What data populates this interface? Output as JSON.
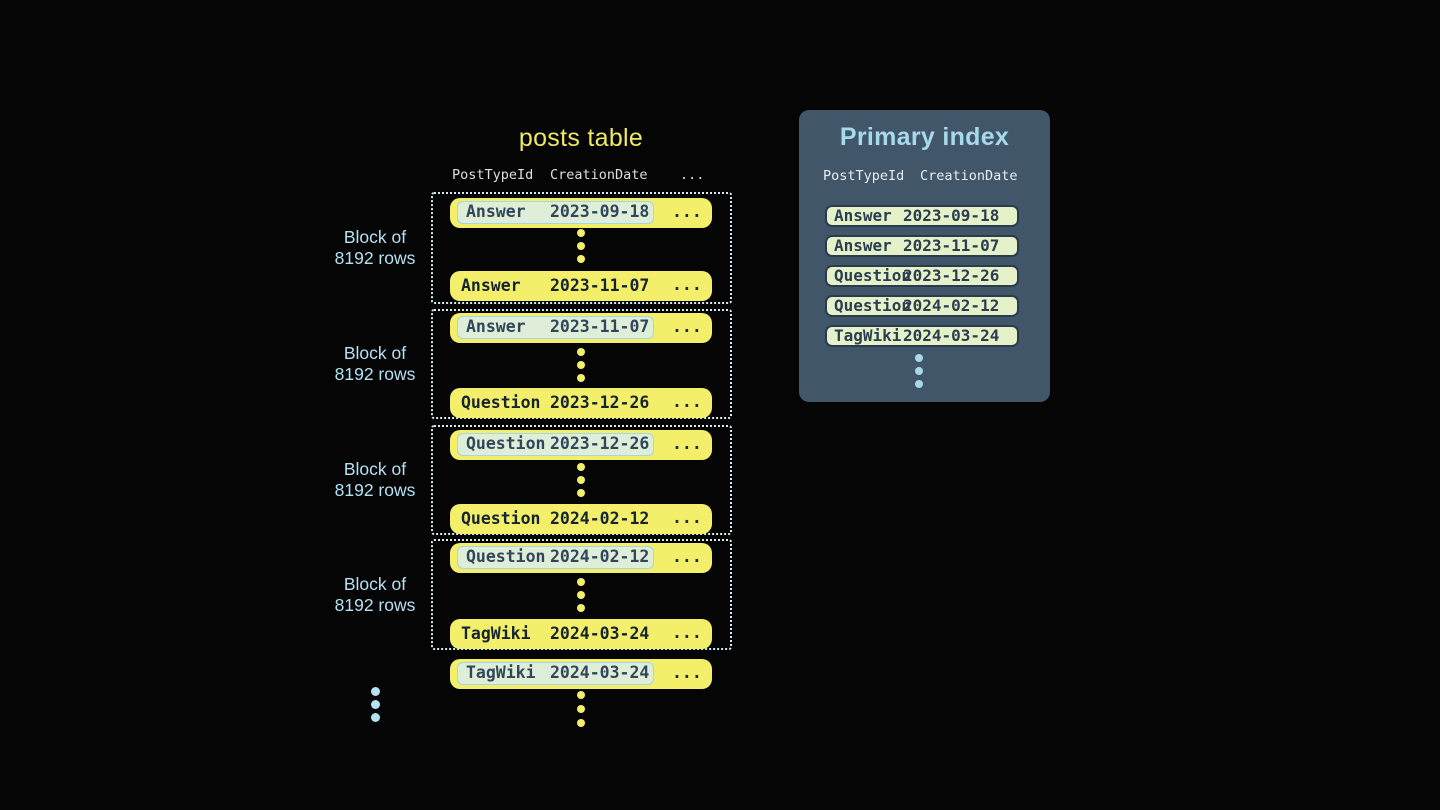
{
  "posts_table": {
    "title": "posts table",
    "headers": {
      "col1": "PostTypeId",
      "col2": "CreationDate",
      "col3": "..."
    },
    "ellipsis": "...",
    "blocks": [
      {
        "label1": "Block of",
        "label2": "8192 rows",
        "first_type": "Answer",
        "first_date": "2023-09-18",
        "last_type": "Answer",
        "last_date": "2023-11-07"
      },
      {
        "label1": "Block of",
        "label2": "8192 rows",
        "first_type": "Answer",
        "first_date": "2023-11-07",
        "last_type": "Question",
        "last_date": "2023-12-26"
      },
      {
        "label1": "Block of",
        "label2": "8192 rows",
        "first_type": "Question",
        "first_date": "2023-12-26",
        "last_type": "Question",
        "last_date": "2024-02-12"
      },
      {
        "label1": "Block of",
        "label2": "8192 rows",
        "first_type": "Question",
        "first_date": "2024-02-12",
        "last_type": "TagWiki",
        "last_date": "2024-03-24"
      }
    ],
    "overflow_row": {
      "type": "TagWiki",
      "date": "2024-03-24"
    }
  },
  "primary_index": {
    "title": "Primary index",
    "headers": {
      "col1": "PostTypeId",
      "col2": "CreationDate"
    },
    "rows": [
      {
        "type": "Answer",
        "date": "2023-09-18"
      },
      {
        "type": "Answer",
        "date": "2023-11-07"
      },
      {
        "type": "Question",
        "date": "2023-12-26"
      },
      {
        "type": "Question",
        "date": "2024-02-12"
      },
      {
        "type": "TagWiki",
        "date": "2024-03-24"
      }
    ]
  },
  "colors": {
    "background": "#050506",
    "row_yellow": "#f3ef6b",
    "highlight_fill": "#dfeed8",
    "highlight_border": "#a3d6e8",
    "index_row_fill": "#e5f1c8",
    "panel_slate": "#42566a",
    "accent_blue": "#b3e1f2",
    "ink_navy": "#2b3d50",
    "dotted_border": "#d3ebf3"
  }
}
